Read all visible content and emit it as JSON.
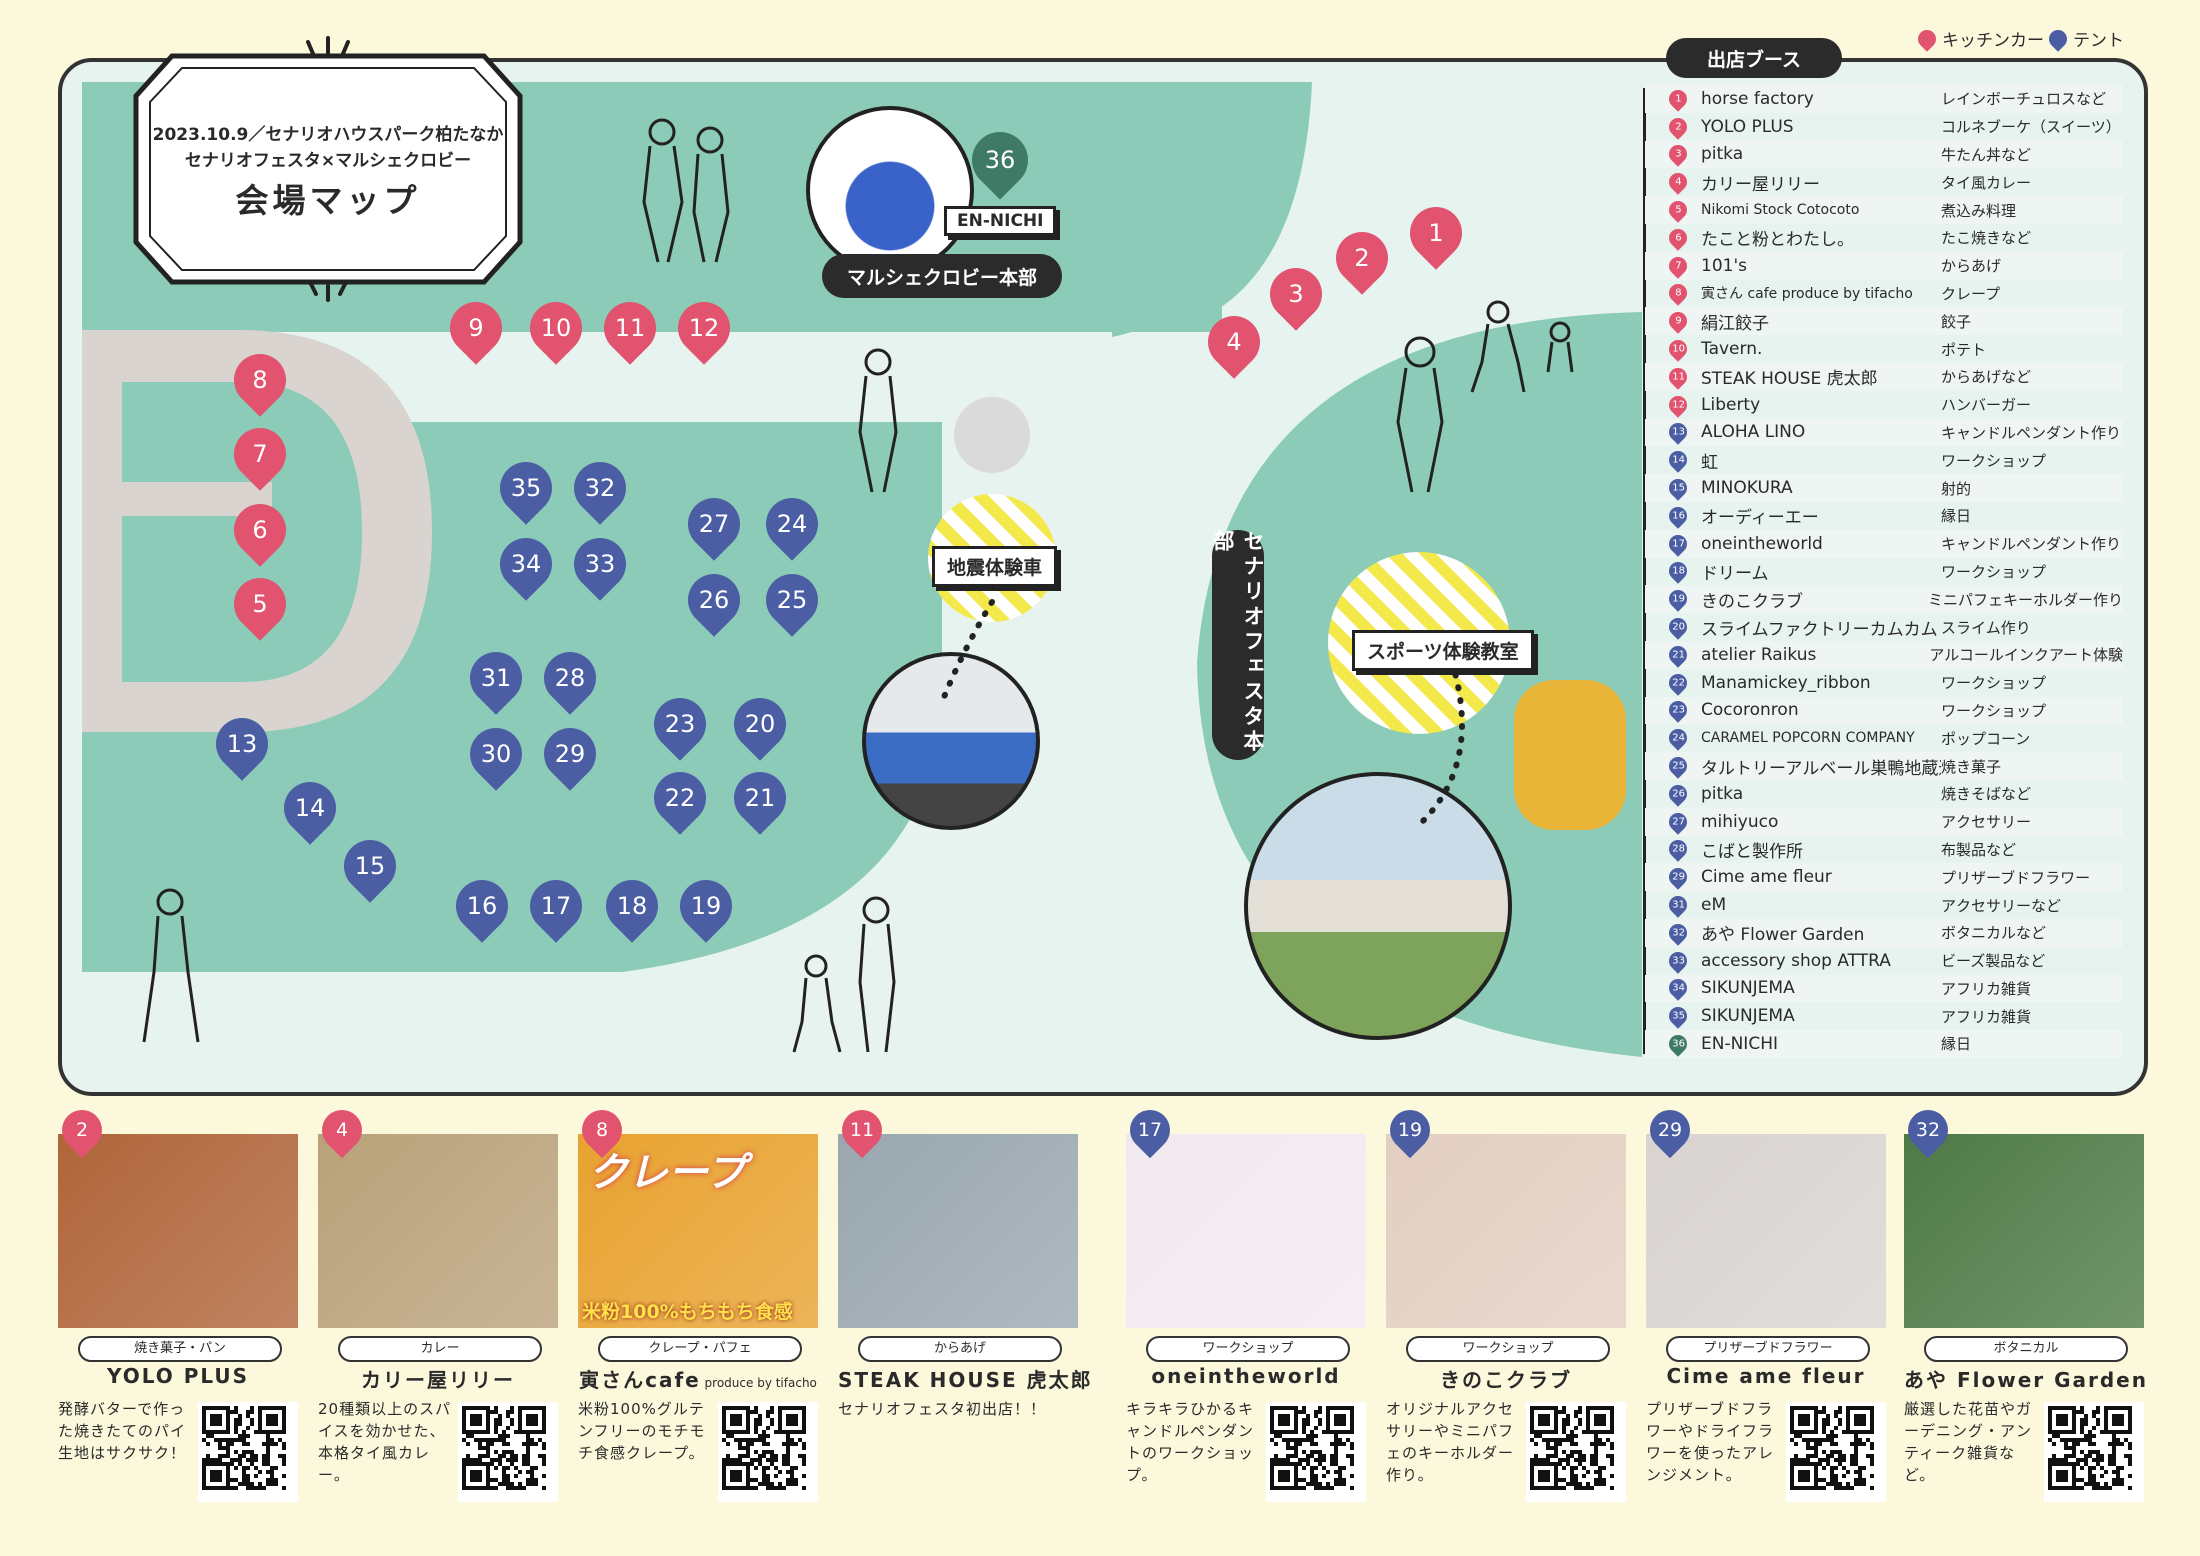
{
  "legend": {
    "kitchen_label": "キッチンカー",
    "tent_label": "テント",
    "kitchen_color": "#e1536e",
    "tent_color": "#4b5ea4",
    "enichi_color": "#3f7a66"
  },
  "title": {
    "line1": "2023.10.9／セナリオハウスパーク柏たなか",
    "line2": "セナリオフェスタ×マルシェクロビー",
    "line3": "会場マップ"
  },
  "map_labels": {
    "lobby_hq": "マルシェクロビー本部",
    "enichi_tag": "EN-NICHI",
    "quake_car": "地震体験車",
    "sports_class": "スポーツ体験教室",
    "festa_hq": "セナリオフェスタ本部"
  },
  "pins": {
    "kitchen": [
      "1",
      "2",
      "3",
      "4",
      "5",
      "6",
      "7",
      "8",
      "9",
      "10",
      "11",
      "12"
    ],
    "tent": [
      "13",
      "14",
      "15",
      "16",
      "17",
      "18",
      "19",
      "20",
      "21",
      "22",
      "23",
      "24",
      "25",
      "26",
      "27",
      "28",
      "29",
      "30",
      "31",
      "32",
      "33",
      "34",
      "35"
    ],
    "enichi": "36"
  },
  "booth_header": "出店ブース",
  "booths": [
    {
      "no": "1",
      "type": "kitchen",
      "name": "horse factory",
      "category": "レインボーチュロスなど"
    },
    {
      "no": "2",
      "type": "kitchen",
      "name": "YOLO PLUS",
      "category": "コルネブーケ（スイーツ）"
    },
    {
      "no": "3",
      "type": "kitchen",
      "name": "pitka",
      "category": "牛たん丼など"
    },
    {
      "no": "4",
      "type": "kitchen",
      "name": "カリー屋リリー",
      "category": "タイ風カレー"
    },
    {
      "no": "5",
      "type": "kitchen",
      "name": "Nikomi Stock Cotocoto",
      "category": "煮込み料理"
    },
    {
      "no": "6",
      "type": "kitchen",
      "name": "たこと粉とわたし。",
      "category": "たこ焼きなど"
    },
    {
      "no": "7",
      "type": "kitchen",
      "name": "101's",
      "category": "からあげ"
    },
    {
      "no": "8",
      "type": "kitchen",
      "name": "寅さん cafe produce by tifacho",
      "category": "クレープ"
    },
    {
      "no": "9",
      "type": "kitchen",
      "name": "絹江餃子",
      "category": "餃子"
    },
    {
      "no": "10",
      "type": "kitchen",
      "name": "Tavern.",
      "category": "ポテト"
    },
    {
      "no": "11",
      "type": "kitchen",
      "name": "STEAK HOUSE 虎太郎",
      "category": "からあげなど"
    },
    {
      "no": "12",
      "type": "kitchen",
      "name": "Liberty",
      "category": "ハンバーガー"
    },
    {
      "no": "13",
      "type": "tent",
      "name": "ALOHA LINO",
      "category": "キャンドルペンダント作り"
    },
    {
      "no": "14",
      "type": "tent",
      "name": "虹",
      "category": "ワークショップ"
    },
    {
      "no": "15",
      "type": "tent",
      "name": "MINOKURA",
      "category": "射的"
    },
    {
      "no": "16",
      "type": "tent",
      "name": "オーディーエー",
      "category": "縁日"
    },
    {
      "no": "17",
      "type": "tent",
      "name": "oneintheworld",
      "category": "キャンドルペンダント作り"
    },
    {
      "no": "18",
      "type": "tent",
      "name": "ドリーム",
      "category": "ワークショップ"
    },
    {
      "no": "19",
      "type": "tent",
      "name": "きのこクラブ",
      "category": "ミニパフェキーホルダー作り"
    },
    {
      "no": "20",
      "type": "tent",
      "name": "スライムファクトリーカムカム",
      "category": "スライム作り"
    },
    {
      "no": "21",
      "type": "tent",
      "name": "atelier Raikus",
      "category": "アルコールインクアート体験"
    },
    {
      "no": "22",
      "type": "tent",
      "name": "Manamickey_ribbon",
      "category": "ワークショップ"
    },
    {
      "no": "23",
      "type": "tent",
      "name": "Cocoronron",
      "category": "ワークショップ"
    },
    {
      "no": "24",
      "type": "tent",
      "name": "CARAMEL POPCORN COMPANY",
      "category": "ポップコーン"
    },
    {
      "no": "25",
      "type": "tent",
      "name": "タルトリーアルベール巣鴨地蔵通り本店",
      "category": "焼き菓子"
    },
    {
      "no": "26",
      "type": "tent",
      "name": "pitka",
      "category": "焼きそばなど"
    },
    {
      "no": "27",
      "type": "tent",
      "name": "mihiyuco",
      "category": "アクセサリー"
    },
    {
      "no": "28",
      "type": "tent",
      "name": "こばと製作所",
      "category": "布製品など"
    },
    {
      "no": "29",
      "type": "tent",
      "name": "Cime ame fleur",
      "category": "プリザーブドフラワー"
    },
    {
      "no": "31",
      "type": "tent",
      "name": "eM",
      "category": "アクセサリーなど"
    },
    {
      "no": "32",
      "type": "tent",
      "name": "あや Flower Garden",
      "category": "ボタニカルなど"
    },
    {
      "no": "33",
      "type": "tent",
      "name": "accessory shop ATTRA",
      "category": "ビーズ製品など"
    },
    {
      "no": "34",
      "type": "tent",
      "name": "SIKUNJEMA",
      "category": "アフリカ雑貨"
    },
    {
      "no": "35",
      "type": "tent",
      "name": "SIKUNJEMA",
      "category": "アフリカ雑貨"
    },
    {
      "no": "36",
      "type": "enichi",
      "name": "EN-NICHI",
      "category": "縁日"
    }
  ],
  "cards": [
    {
      "no": "2",
      "type": "kitchen",
      "category": "焼き菓子・パン",
      "name": "YOLO PLUS",
      "desc": "発酵バターで作った焼きたてのパイ生地はサクサク！",
      "photo_color": "#b0653a"
    },
    {
      "no": "4",
      "type": "kitchen",
      "category": "カレー",
      "name": "カリー屋リリー",
      "desc": "20種類以上のスパイスを効かせた、本格タイ風カレー。",
      "photo_color": "#b9a27a"
    },
    {
      "no": "8",
      "type": "kitchen",
      "category": "クレープ・パフェ",
      "name": "寅さんcafe",
      "name_small": "produce by tifacho",
      "desc": "米粉100%グルテンフリーのモチモチ食感クレープ。",
      "photo_color": "#e8a22f",
      "photo_text": "クレープ",
      "photo_subtext": "米粉100%もちもち食感"
    },
    {
      "no": "11",
      "type": "kitchen",
      "category": "からあげ",
      "name": "STEAK HOUSE 虎太郎",
      "desc": "セナリオフェスタ初出店！！",
      "photo_color": "#9aa7b0"
    },
    {
      "no": "17",
      "type": "tent",
      "category": "ワークショップ",
      "name": "oneintheworld",
      "desc": "キラキラひかるキャンドルペンダントのワークショップ。",
      "photo_color": "#f1e9f0"
    },
    {
      "no": "19",
      "type": "tent",
      "category": "ワークショップ",
      "name": "きのこクラブ",
      "desc": "オリジナルアクセサリーやミニパフェのキーホルダー作り。",
      "photo_color": "#e3cfc2"
    },
    {
      "no": "29",
      "type": "tent",
      "category": "プリザーブドフラワー",
      "name": "Cime ame fleur",
      "desc": "プリザーブドフラワーやドライフラワーを使ったアレンジメント。",
      "photo_color": "#d9d4d1"
    },
    {
      "no": "32",
      "type": "tent",
      "category": "ボタニカル",
      "name": "あや Flower Garden",
      "desc": "厳選した花苗やガーデニング・アンティーク雑貨など。",
      "photo_color": "#4e7a46"
    }
  ]
}
